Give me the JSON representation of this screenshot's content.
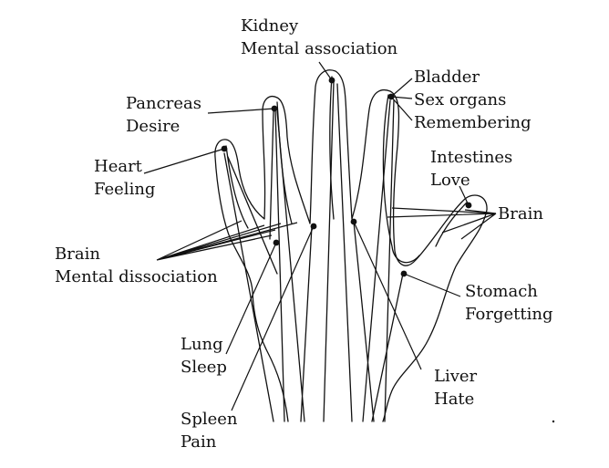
{
  "ink_color": "#111111",
  "background_color": "#ffffff",
  "labels": {
    "kidney": {
      "organ": "Kidney",
      "trait": "Mental association"
    },
    "bladder": {
      "organ": "Bladder",
      "trait1": "Sex organs",
      "trait2": "Remembering"
    },
    "pancreas": {
      "organ": "Pancreas",
      "trait": "Desire"
    },
    "heart": {
      "organ": "Heart",
      "trait": "Feeling"
    },
    "intestines": {
      "organ": "Intestines",
      "trait": "Love"
    },
    "brain_right": {
      "organ": "Brain"
    },
    "brain_left": {
      "organ": "Brain",
      "trait": "Mental dissociation"
    },
    "stomach": {
      "organ": "Stomach",
      "trait": "Forgetting"
    },
    "lung": {
      "organ": "Lung",
      "trait": "Sleep"
    },
    "liver": {
      "organ": "Liver",
      "trait": "Hate"
    },
    "spleen": {
      "organ": "Spleen",
      "trait": "Pain"
    }
  }
}
